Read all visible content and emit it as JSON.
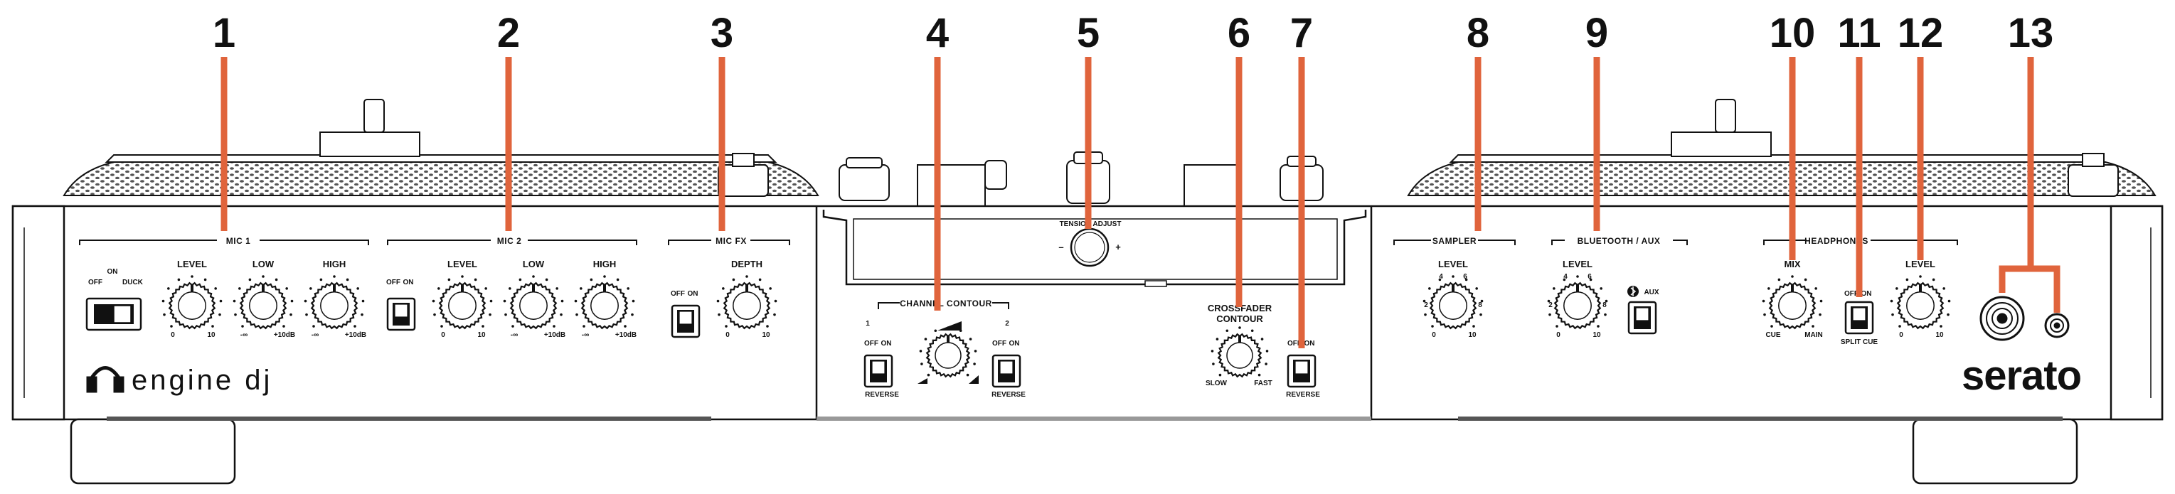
{
  "callouts": [
    "1",
    "2",
    "3",
    "4",
    "5",
    "6",
    "7",
    "8",
    "9",
    "10",
    "11",
    "12",
    "13"
  ],
  "colors": {
    "callout": "#E0643C",
    "line": "#111111",
    "panel": "#ffffff",
    "grille": "#d9d9d9"
  },
  "left_panel": {
    "mic1": {
      "section": "MIC 1",
      "switch": {
        "on": "ON",
        "off": "OFF",
        "duck": "DUCK"
      },
      "level": {
        "label": "LEVEL",
        "min": "0",
        "max": "10"
      },
      "low": {
        "label": "LOW",
        "min": "-∞",
        "max": "+10dB"
      },
      "high": {
        "label": "HIGH",
        "min": "-∞",
        "max": "+10dB"
      }
    },
    "mic2": {
      "section": "MIC 2",
      "switch": {
        "off": "OFF",
        "on": "ON"
      },
      "level": {
        "label": "LEVEL",
        "min": "0",
        "max": "10"
      },
      "low": {
        "label": "LOW",
        "min": "-∞",
        "max": "+10dB"
      },
      "high": {
        "label": "HIGH",
        "min": "-∞",
        "max": "+10dB"
      }
    },
    "micfx": {
      "section": "MIC FX",
      "switch": {
        "off": "OFF",
        "on": "ON"
      },
      "depth": {
        "label": "DEPTH",
        "min": "0",
        "max": "10"
      }
    },
    "logo": "engine dj"
  },
  "center_panel": {
    "tension": {
      "label": "TENSION ADJUST",
      "minus": "–",
      "plus": "+"
    },
    "channel_contour": {
      "section": "CHANNEL CONTOUR",
      "deck1": "1",
      "deck2": "2",
      "switch1": {
        "off": "OFF",
        "on": "ON",
        "bottom": "REVERSE"
      },
      "switch2": {
        "off": "OFF",
        "on": "ON",
        "bottom": "REVERSE"
      }
    },
    "crossfader": {
      "label1": "CROSSFADER",
      "label2": "CONTOUR",
      "min": "SLOW",
      "max": "FAST",
      "switch": {
        "off": "OFF",
        "on": "ON",
        "bottom": "REVERSE"
      }
    }
  },
  "right_panel": {
    "sampler": {
      "section": "SAMPLER",
      "level": "LEVEL",
      "ticks": [
        "2",
        "4",
        "6",
        "8"
      ],
      "min": "0",
      "max": "10"
    },
    "bluetooth": {
      "section": "BLUETOOTH / AUX",
      "level": "LEVEL",
      "ticks": [
        "2",
        "4",
        "6",
        "8"
      ],
      "min": "0",
      "max": "10",
      "aux": "AUX"
    },
    "headphones": {
      "section": "HEADPHONES",
      "mix": {
        "label": "MIX",
        "min": "CUE",
        "max": "MAIN"
      },
      "split": {
        "off": "OFF",
        "on": "ON",
        "bottom": "SPLIT CUE"
      },
      "level": {
        "label": "LEVEL",
        "min": "0",
        "max": "10"
      }
    },
    "logo": "serato"
  }
}
